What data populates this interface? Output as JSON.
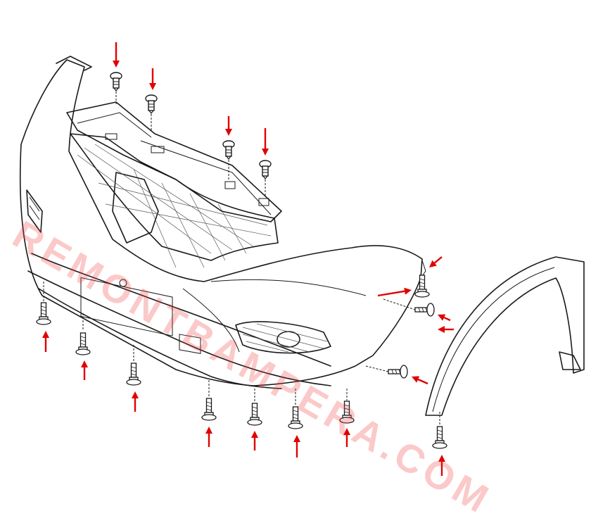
{
  "watermark_text": "REMONTBAMPERA.COM",
  "colors": {
    "arrow": "#e00000",
    "line": "#1a1a1a",
    "watermark": "#f03c3c"
  },
  "fasteners": {
    "top_clips": 4,
    "bottom_bolts": 7,
    "side_screws": 3,
    "arch_screw": 1
  }
}
